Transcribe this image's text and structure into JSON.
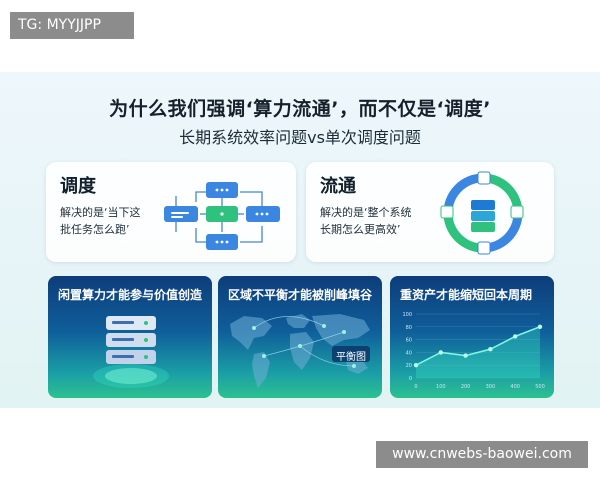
{
  "tag_label": "TG: MYYJJPP",
  "watermark": "www.cnwebs-baowei.com",
  "poster": {
    "title": "为什么我们强调‘算力流通’，而不仅是‘调度’",
    "subtitle": "长期系统效率问题vs单次调度问题",
    "cards": [
      {
        "heading": "调度",
        "line1": "解决的是‘当下这",
        "line2": "批任务怎么跑’"
      },
      {
        "heading": "流通",
        "line1": "解决的是‘整个系统",
        "line2": "长期怎么更高效’"
      }
    ],
    "bottom": [
      {
        "heading": "闲置算力才能参与价值创造"
      },
      {
        "heading": "区域不平衡才能被削峰填谷",
        "map_label": "平衡图"
      },
      {
        "heading": "重资产才能缩短回本周期"
      }
    ],
    "colors": {
      "accent_blue": "#2f7fd8",
      "accent_green": "#2ec27e",
      "dark_panel": "#0d3d7a"
    },
    "icons": [
      "flow-diagram-icon",
      "cycle-diagram-icon",
      "server-icon",
      "world-map-icon",
      "line-chart-icon"
    ]
  },
  "chart_data": {
    "type": "line",
    "x": [
      0,
      100,
      200,
      300,
      400,
      500
    ],
    "y_ticks": [
      "100",
      "80",
      "60",
      "40",
      "20",
      "0"
    ],
    "x_ticks": [
      "0",
      "100",
      "200",
      "300",
      "400",
      "500"
    ],
    "values": [
      20,
      40,
      35,
      45,
      65,
      80
    ],
    "ylim": [
      0,
      100
    ]
  }
}
